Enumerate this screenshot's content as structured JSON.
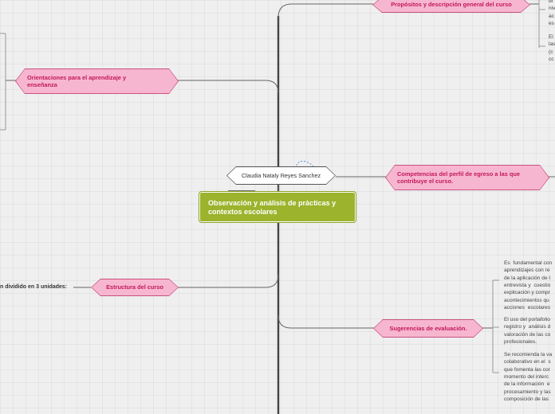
{
  "central": {
    "title": "Observación y análisis  de prácticas y contextos  escolares"
  },
  "author": {
    "name": "Claudia Nataly Reyes Sanchez"
  },
  "branches": {
    "propositos": "Propósitos y descripción general del curso",
    "orientaciones": "Orientaciones para el aprendizaje y enseñanza",
    "competencias": "Competencias del perfil de egreso a las que contribuye el curso.",
    "estructura": "Estructura del curso",
    "sugerencias": "Sugerencias de evaluación."
  },
  "estructura_detail": "n dividido en 3 unidades:",
  "propositos_notes": [
    "di\nniv\nac\nes",
    "El\nlas\n(c\ncc"
  ],
  "sugerencias_notes": [
    "Es  fundamental con\naprendizajes con re\nde la aplicación de l\nentrevista y  cuestio\nexplicación y compr\nacontecimientos qu\nacciones  escolares",
    "El uso del portafolio\nregistro y  análisis d\nvaloración de las co\nprofesionales.",
    "Se recomienda la va\ncolaborativo en el  s\nque fomenta las cor\nmomento del interc\nde la información  e\nprocesamiento y las\ncomposición de las"
  ],
  "colors": {
    "central": "#9bb32d",
    "branch_fill": "#f7b6cf",
    "branch_text": "#c2185b",
    "trunk": "#444444"
  }
}
